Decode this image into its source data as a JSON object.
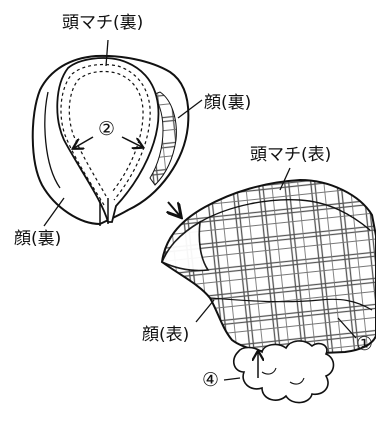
{
  "labels": {
    "head_gusset_lining": "頭マチ(裏)",
    "face_lining_right": "顔(裏)",
    "face_lining_left": "顔(裏)",
    "head_gusset_outer": "頭マチ(表)",
    "face_outer": "顔(表)"
  },
  "step_marks": {
    "step_1": "①",
    "step_2": "②",
    "step_4": "④"
  },
  "colors": {
    "ink": "#111111",
    "plaid": "#555555",
    "paper": "#ffffff"
  }
}
